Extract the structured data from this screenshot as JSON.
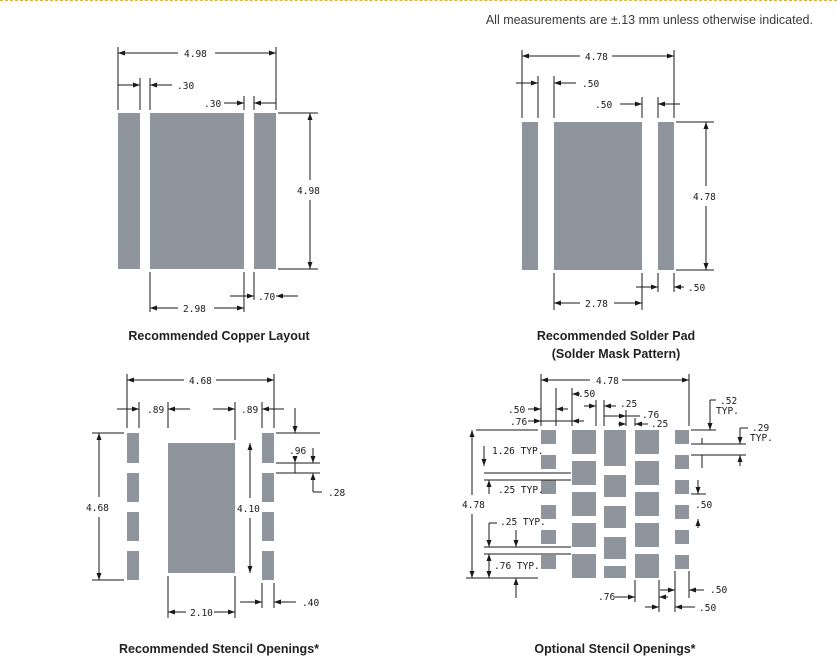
{
  "header": {
    "note": "All measurements are ±.13 mm unless otherwise indicated."
  },
  "copper": {
    "caption": "Recommended Copper Layout",
    "width": "4.98",
    "pad_offset": ".30",
    "gap": ".30",
    "height": "4.98",
    "center_width": "2.98",
    "outer_pad": ".70"
  },
  "solder": {
    "caption_line1": "Recommended Solder Pad",
    "caption_line2": "(Solder Mask Pattern)",
    "width": "4.78",
    "pad_offset": ".50",
    "gap": ".50",
    "height": "4.78",
    "center_width": "2.78",
    "outer_pad": ".50"
  },
  "stencil": {
    "caption": "Recommended Stencil Openings*",
    "width": "4.68",
    "left_gap": ".89",
    "right_gap": ".89",
    "pad_height": ".96",
    "pad_space": ".28",
    "height": "4.68",
    "center_height": "4.10",
    "center_width": "2.10",
    "outer_pad": ".40"
  },
  "optional": {
    "caption": "Optional Stencil Openings*",
    "width": "4.78",
    "d50a": ".50",
    "d50b": ".50",
    "d76a": ".76",
    "d25a": ".25",
    "d76b": ".76",
    "d25b": ".25",
    "d52": ".52",
    "typ": "TYP.",
    "d29": ".29",
    "typ2": "TYP.",
    "d126": "1.26 TYP.",
    "d25typ1": ".25 TYP.",
    "height": "4.78",
    "d50c": ".50",
    "d25typ2": ".25 TYP.",
    "d76typ": ".76 TYP.",
    "d76c": ".76",
    "d50d": ".50",
    "d50e": ".50"
  }
}
